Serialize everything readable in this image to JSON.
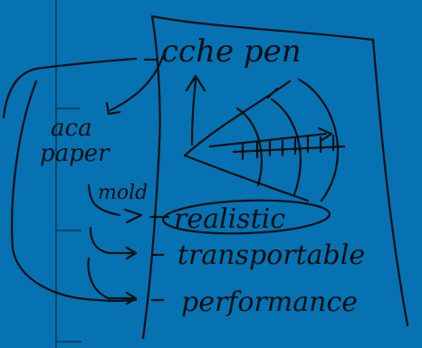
{
  "labels": {
    "title": "cche pen",
    "left_note_line1": "aca",
    "left_note_line2": "paper",
    "mold": "mold",
    "item1": "realistic",
    "item2": "transportable",
    "item3": "performance"
  },
  "colors": {
    "background": "#0672b1",
    "ink": "#0a0f14"
  }
}
